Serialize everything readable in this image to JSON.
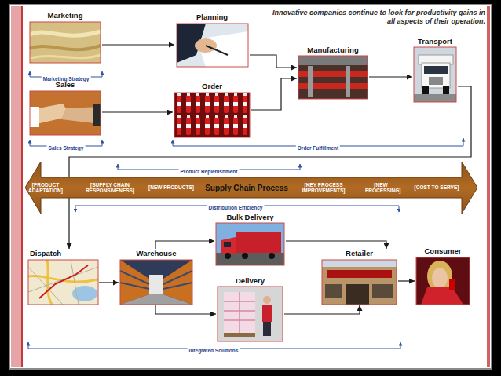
{
  "diagram": {
    "title": "Innovative companies continue to look for productivity gains in all aspects of their operation.",
    "nodes": [
      {
        "text": [
          "Marketing"
        ]
      },
      {
        "text": [
          "Planning"
        ]
      },
      {
        "text": [
          "Manufacturing"
        ]
      },
      {
        "text": [
          "Transport"
        ]
      },
      {
        "text": [
          "Sales"
        ]
      },
      {
        "text": [
          "Order"
        ]
      },
      {
        "text": [
          "[PRODUCT ADAPTATION]",
          "[SUPPLY CHAIN RESPONSIVENESS]",
          "[NEW PRODUCTS]",
          "Supply Chain Process",
          "[KEY PROCESS IMPROVEMENTS]",
          "[NEW PROCESSING]",
          "[COST TO SERVE]"
        ]
      },
      {
        "text": [
          "Dispatch"
        ]
      },
      {
        "text": [
          "Warehouse"
        ]
      },
      {
        "text": [
          "Bulk Delivery"
        ]
      },
      {
        "text": [
          "Delivery"
        ]
      },
      {
        "text": [
          "Retailer"
        ]
      },
      {
        "text": [
          "Consumer"
        ]
      }
    ],
    "edges": [
      {
        "from": 0,
        "to": 1,
        "arrow": "to"
      },
      {
        "from": 4,
        "to": 5,
        "arrow": "to"
      },
      {
        "from": 1,
        "to": 2,
        "arrow": "to"
      },
      {
        "from": 5,
        "to": 2,
        "arrow": "to"
      },
      {
        "from": 2,
        "to": 3,
        "arrow": "to"
      },
      {
        "from": 3,
        "to": 7,
        "arrow": "to"
      },
      {
        "from": 7,
        "to": 8,
        "arrow": "to"
      },
      {
        "from": 8,
        "to": 9,
        "arrow": "to"
      },
      {
        "from": 8,
        "to": 10,
        "arrow": "to"
      },
      {
        "from": 9,
        "to": 11,
        "arrow": "to"
      },
      {
        "from": 10,
        "to": 11,
        "arrow": "to"
      },
      {
        "from": 11,
        "to": 12,
        "arrow": "to"
      }
    ],
    "labels": [
      "Marketing Strategy",
      "Sales Strategy",
      "Order Fulfillment",
      "Product Replenishment",
      "Distribution Efficiency",
      "Integrated Solutions"
    ]
  }
}
